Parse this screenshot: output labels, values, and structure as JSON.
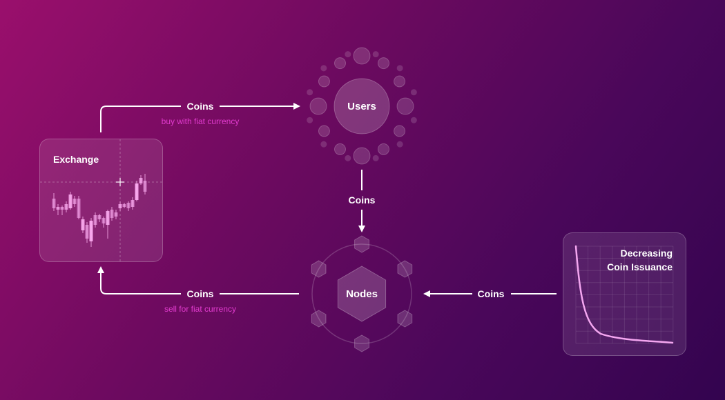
{
  "exchange": {
    "title": "Exchange"
  },
  "users": {
    "label": "Users"
  },
  "nodes": {
    "label": "Nodes"
  },
  "issuance": {
    "title_line1": "Decreasing",
    "title_line2": "Coin Issuance"
  },
  "flows": {
    "exchange_to_users": {
      "label": "Coins",
      "note": "buy with fiat currency"
    },
    "users_to_nodes": {
      "label": "Coins"
    },
    "nodes_to_exchange": {
      "label": "Coins",
      "note": "sell for fiat currency"
    },
    "issuance_to_nodes": {
      "label": "Coins"
    }
  },
  "colors": {
    "accent_pink": "#e23bcf",
    "curve": "#f4a6f0",
    "bg_start": "#9a0f6c",
    "bg_end": "#33044f"
  }
}
